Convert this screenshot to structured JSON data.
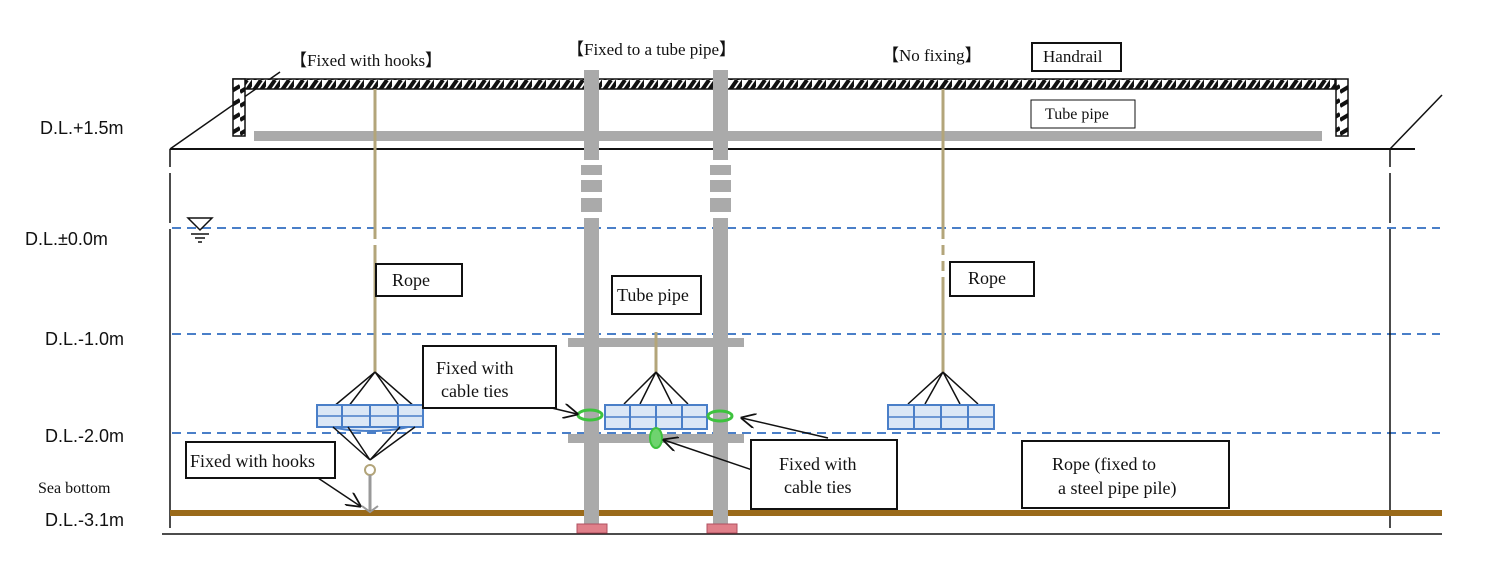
{
  "headers": {
    "hooks": "【Fixed with hooks】",
    "tube": "【Fixed to a tube pipe】",
    "nofix": "【No fixing】"
  },
  "levels": {
    "plus15": "D.L.+1.5m",
    "zero": "D.L.±0.0m",
    "minus1": "D.L.-1.0m",
    "minus2": "D.L.-2.0m",
    "minus31": "D.L.-3.1m"
  },
  "labels": {
    "handrail": "Handrail",
    "tube_pipe_top": "Tube pipe",
    "rope_left": "Rope",
    "rope_right": "Rope",
    "tube_pipe_mid": "Tube pipe",
    "cable_ties_left_1": "Fixed with",
    "cable_ties_left_2": "cable ties",
    "cable_ties_right_1": "Fixed with",
    "cable_ties_right_2": "cable ties",
    "hooks_bottom": "Fixed with hooks",
    "sea_bottom": "Sea bottom",
    "rope_pile_1": "Rope (fixed to",
    "rope_pile_2": "a steel pipe pile)"
  },
  "colors": {
    "water_line": "#4a7fc8",
    "sea_bottom": "#9a6a1a",
    "pipe": "#aaaaaa",
    "rope": "#b3a57a",
    "cage": "#4a7fc8",
    "cage_fill": "#dbe7f6",
    "cable_tie": "#3ec23e",
    "base_plate": "#e0808a"
  }
}
